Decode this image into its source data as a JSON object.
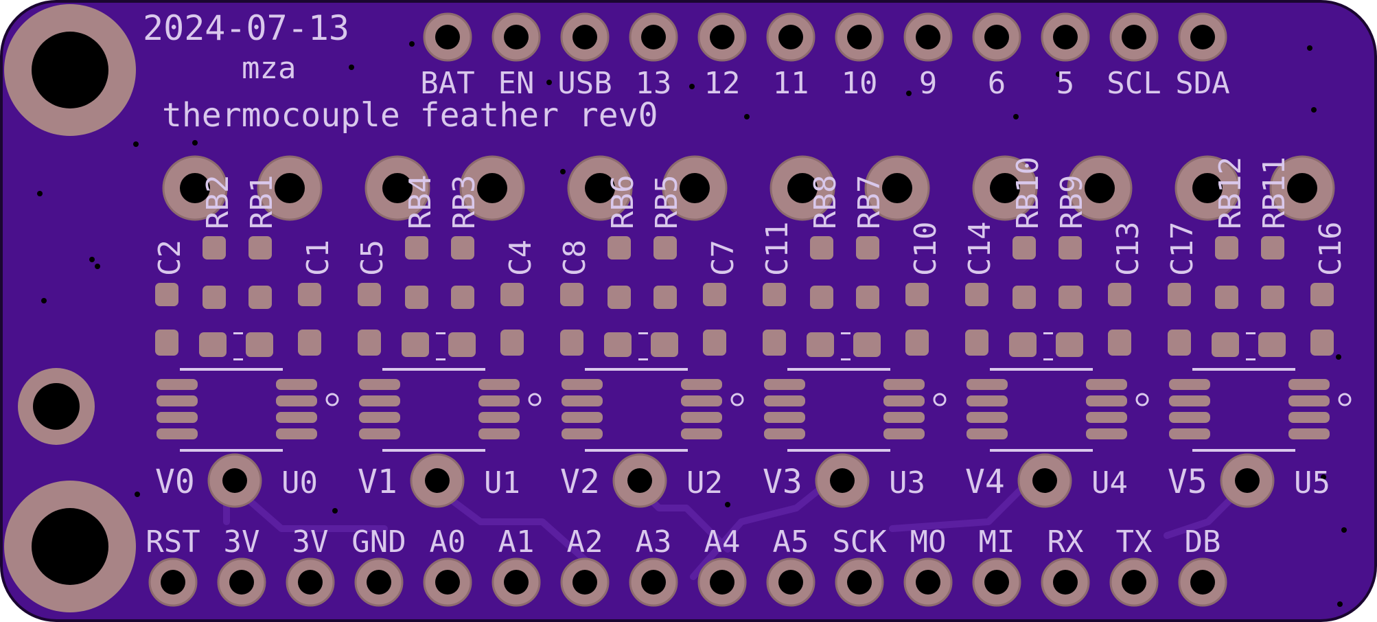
{
  "colors": {
    "board": "#4a108c",
    "board_edge": "#1a0630",
    "copper": "#a88486",
    "copper_ring": "#8d6b6e",
    "hole": "#000000",
    "silk": "#d9c8ec",
    "trace": "#5b1fa0",
    "smd_pad": "#a88486"
  },
  "board": {
    "date": "2024-07-13",
    "author": "mza",
    "title": "thermocouple feather rev0"
  },
  "top_header": {
    "labels": [
      "BAT",
      "EN",
      "USB",
      "13",
      "12",
      "11",
      "10",
      "9",
      "6",
      "5",
      "SCL",
      "SDA"
    ]
  },
  "bottom_header": {
    "labels": [
      "RST",
      "3V",
      "3V",
      "GND",
      "A0",
      "A1",
      "A2",
      "A3",
      "A4",
      "A5",
      "SCK",
      "MO",
      "MI",
      "RX",
      "TX",
      "DB"
    ]
  },
  "channels": [
    {
      "cap_left": "C2",
      "cap_right": "C1",
      "rb_left": "RB2",
      "rb_right": "RB1",
      "via": "V0",
      "chip": "U0"
    },
    {
      "cap_left": "C5",
      "cap_right": "C4",
      "rb_left": "RB4",
      "rb_right": "RB3",
      "via": "V1",
      "chip": "U1"
    },
    {
      "cap_left": "C8",
      "cap_right": "C7",
      "rb_left": "RB6",
      "rb_right": "RB5",
      "via": "V2",
      "chip": "U2"
    },
    {
      "cap_left": "C11",
      "cap_right": "C10",
      "rb_left": "RB8",
      "rb_right": "RB7",
      "via": "V3",
      "chip": "U3"
    },
    {
      "cap_left": "C14",
      "cap_right": "C13",
      "rb_left": "RB10",
      "rb_right": "RB9",
      "via": "V4",
      "chip": "U4"
    },
    {
      "cap_left": "C17",
      "cap_right": "C16",
      "rb_left": "RB12",
      "rb_right": "RB11",
      "via": "V5",
      "chip": "U5"
    }
  ]
}
